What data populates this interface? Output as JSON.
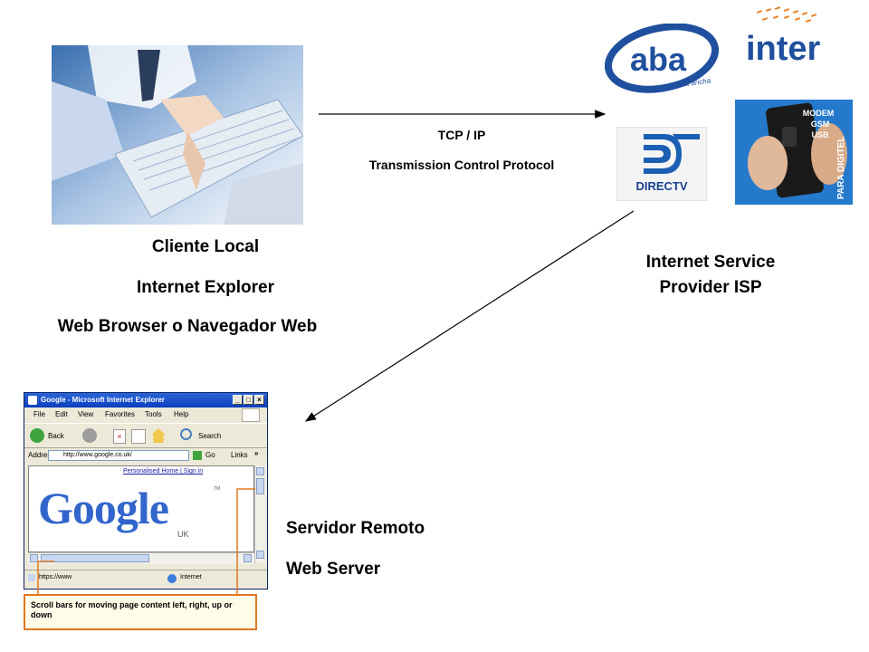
{
  "diagram": {
    "client": {
      "line1": "Cliente Local",
      "line2": "Internet Explorer",
      "line3": "Web Browser o  Navegador Web"
    },
    "protocol": {
      "line1": "TCP / IP",
      "line2": "Transmission Control Protocol"
    },
    "isp": {
      "line1": "Internet Service",
      "line2": "Provider ISP"
    },
    "server": {
      "line1": "Servidor Remoto",
      "line2": "Web Server"
    }
  },
  "logos": {
    "aba": {
      "text": "aba",
      "tagline": "acceso banda ancha",
      "color": "#1f4f9e"
    },
    "inter": {
      "text": "inter",
      "color": "#1f4f9e"
    },
    "directv": {
      "text": "DIRECTV"
    },
    "modem": {
      "lines": [
        "MODEM",
        "GSM",
        "USB"
      ],
      "side": "PARA DIGITEL"
    }
  },
  "browser_screenshot": {
    "title": "Google - Microsoft Internet Explorer",
    "menu": [
      "File",
      "Edit",
      "View",
      "Favorites",
      "Tools",
      "Help"
    ],
    "toolbar": {
      "back": "Back",
      "search": "Search"
    },
    "address_label": "Address",
    "address_value": "http://www.google.co.uk/",
    "go_label": "Go",
    "links_label": "Links",
    "links_chevron": "»",
    "page_links": "Personalised Home | Sign in",
    "logo_text": "Google",
    "logo_sub": "UK",
    "logo_tm": "TM",
    "status_url": "https://www",
    "status_zone": "Internet",
    "callout": "Scroll bars for moving page content left, right, up or down"
  }
}
